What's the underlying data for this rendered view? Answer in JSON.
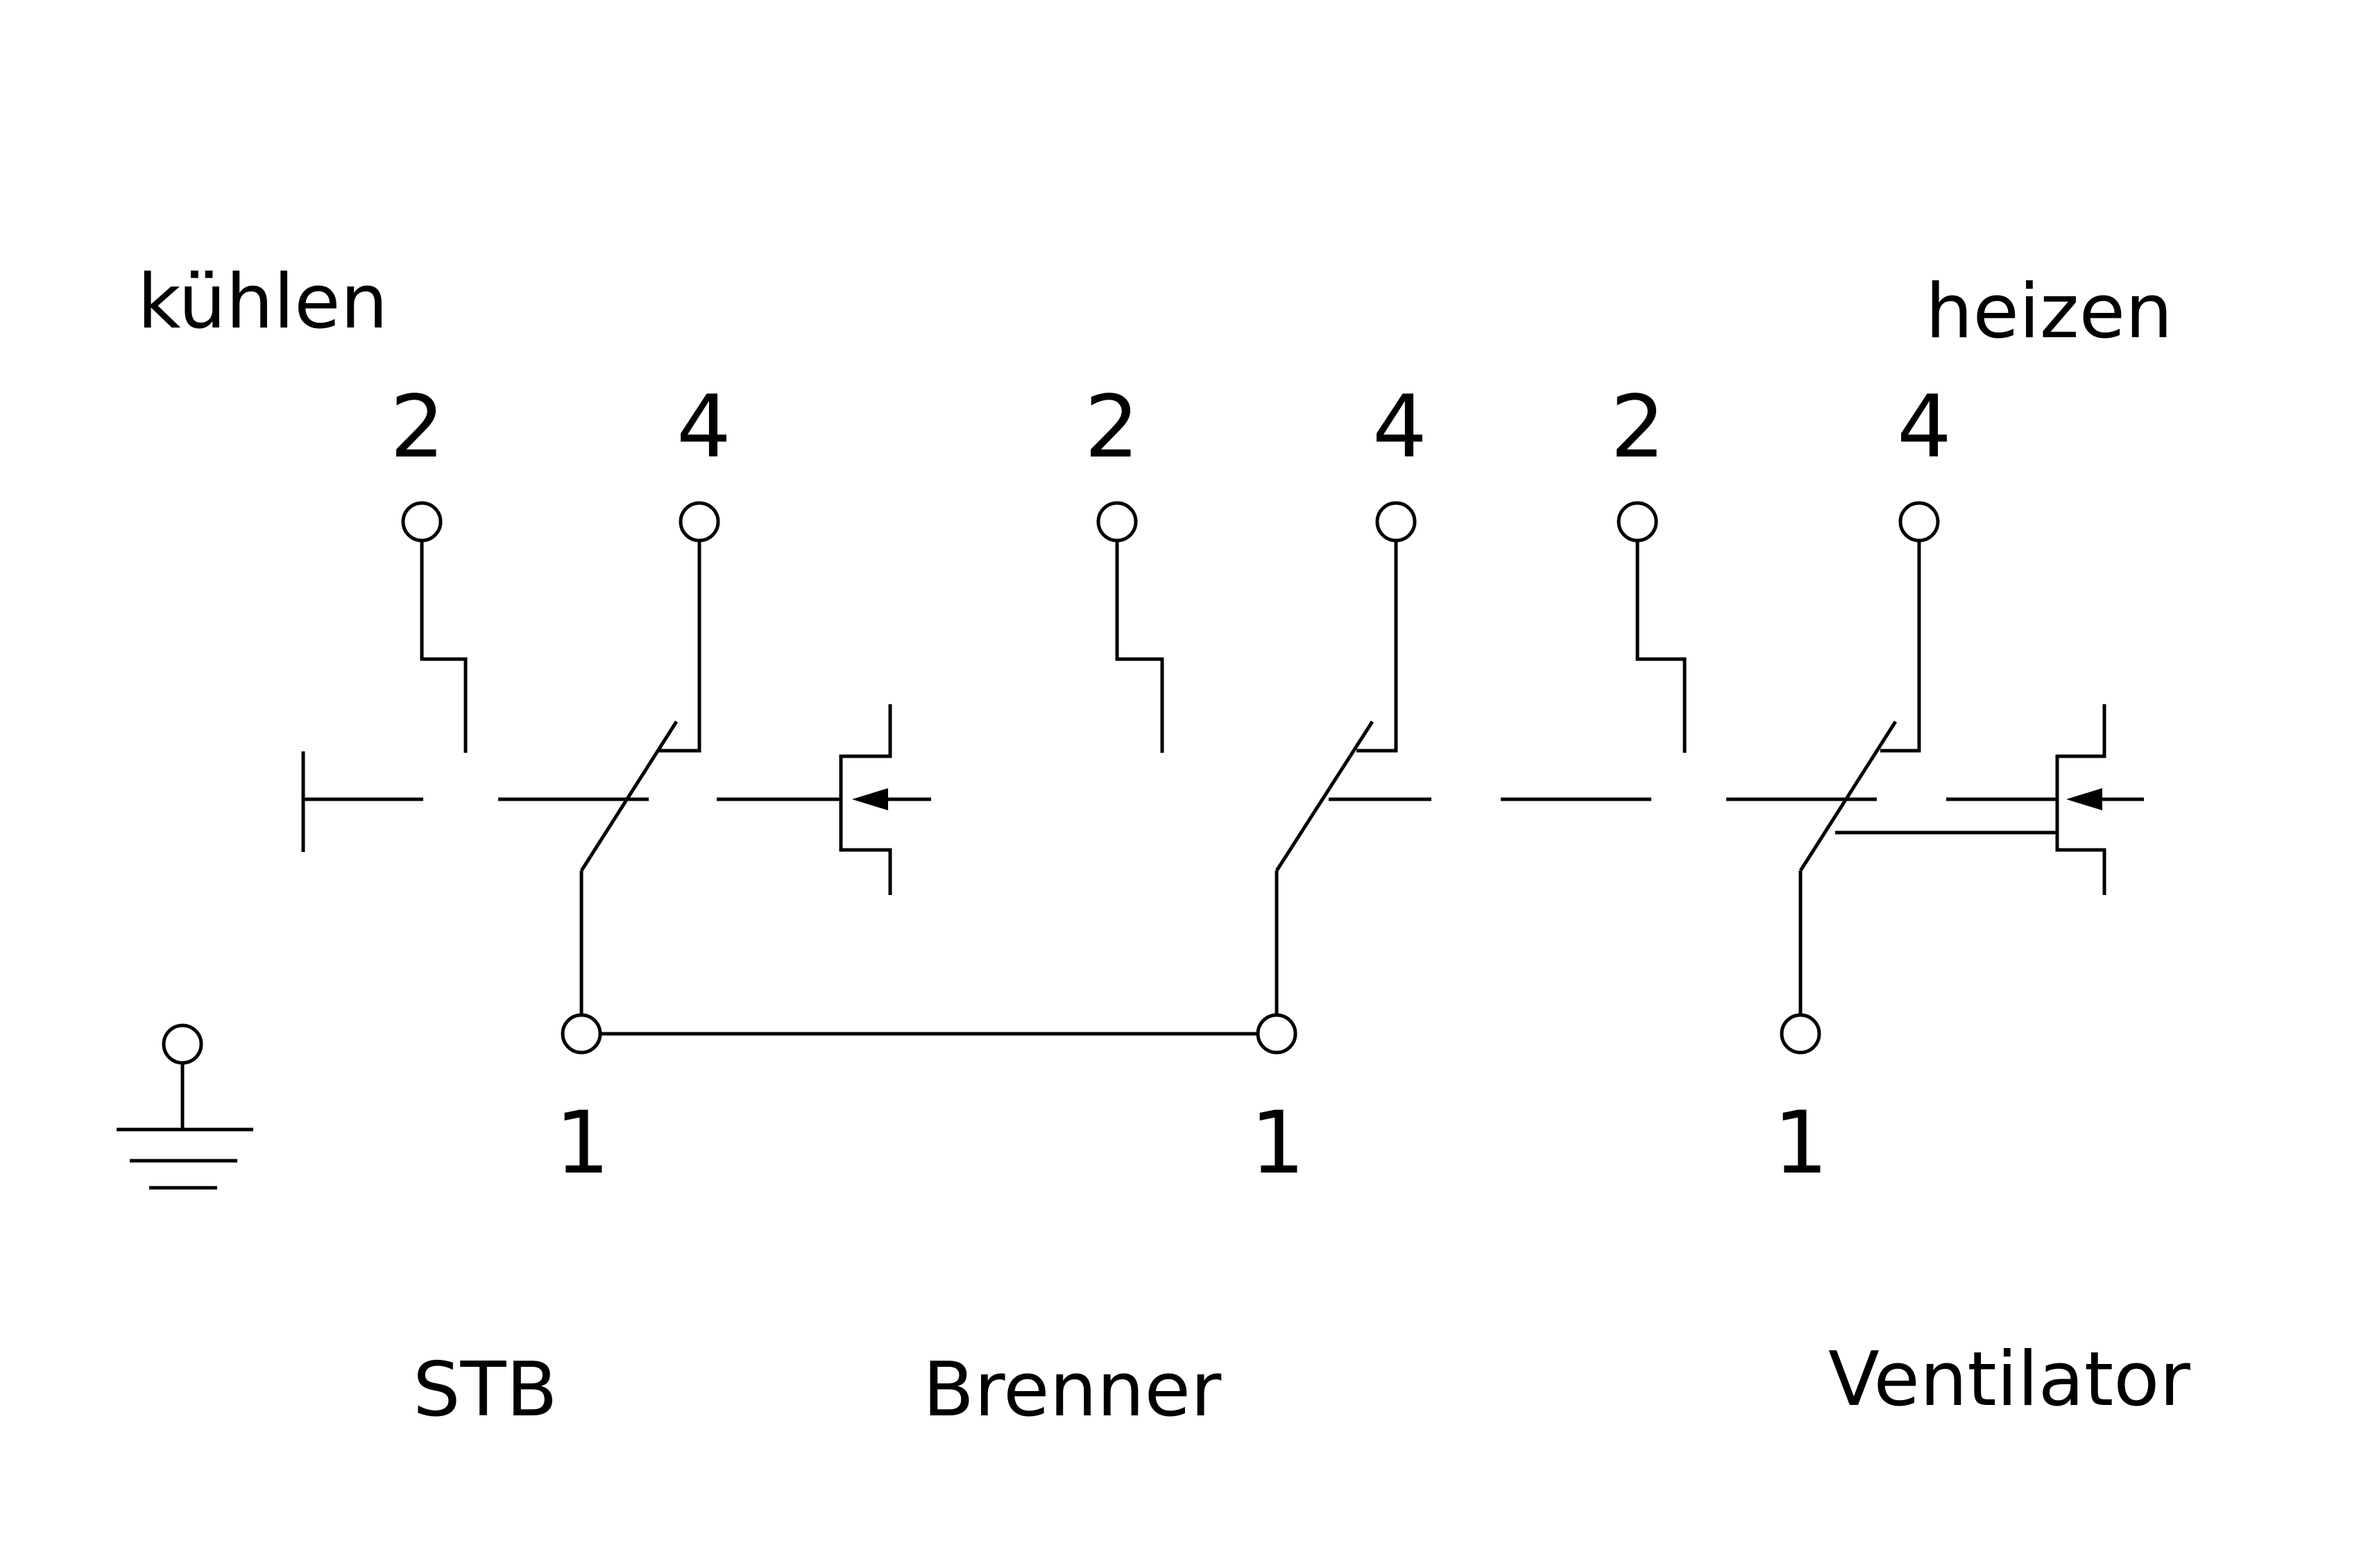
{
  "labels": {
    "cool": "kühlen",
    "heat": "heizen",
    "stb": "STB",
    "burner": "Brenner",
    "fan": "Ventilator"
  },
  "terminals": {
    "stb": {
      "t2": "2",
      "t4": "4",
      "t1": "1"
    },
    "burner": {
      "t2": "2",
      "t4": "4",
      "t1": "1"
    },
    "fan": {
      "t2": "2",
      "t4": "4",
      "t1": "1"
    }
  }
}
